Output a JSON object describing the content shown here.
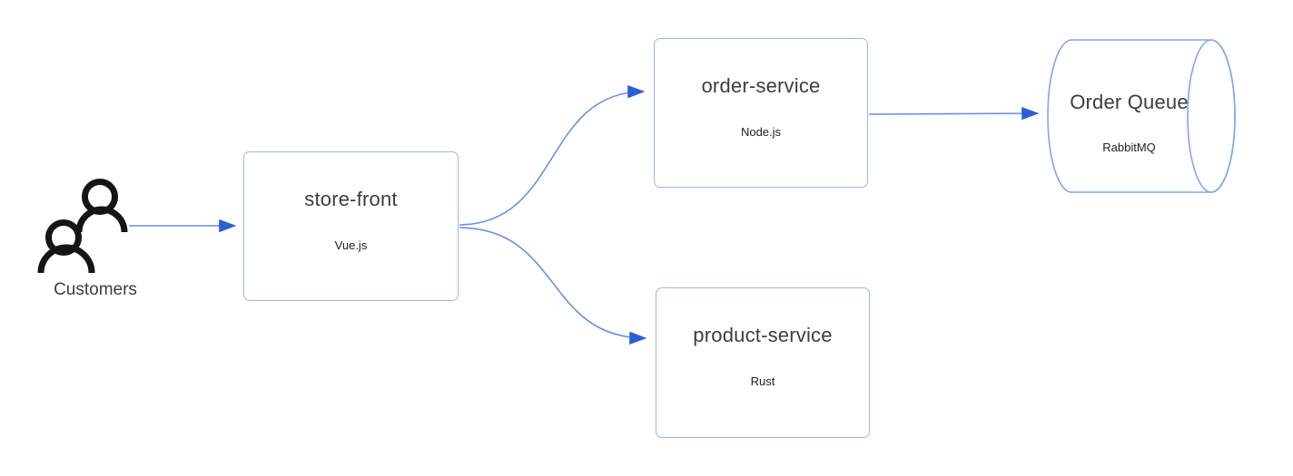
{
  "diagram": {
    "title": "store architecture diagram",
    "background_color": "#ffffff",
    "box_border_color": "#9db5f0",
    "cylinder_border_color": "#85a5ef",
    "edge_color": "#6c8de8",
    "arrowhead_color": "#2e5ed6",
    "text_color": "#3d3d3d",
    "icon_color": "#151515",
    "nodes": {
      "customers": {
        "label": "Customers",
        "icon": "people-icon",
        "shape": "icon"
      },
      "store_front": {
        "title": "store-front",
        "subtitle": "Vue.js",
        "shape": "rounded-rectangle"
      },
      "order_service": {
        "title": "order-service",
        "subtitle": "Node.js",
        "shape": "rounded-rectangle"
      },
      "product_service": {
        "title": "product-service",
        "subtitle": "Rust",
        "shape": "rounded-rectangle"
      },
      "order_queue": {
        "title": "Order Queue",
        "subtitle": "RabbitMQ",
        "shape": "horizontal-cylinder"
      }
    },
    "edges": [
      {
        "from": "customers",
        "to": "store_front",
        "style": "straight-arrow"
      },
      {
        "from": "store_front",
        "to": "order_service",
        "style": "s-curve-arrow"
      },
      {
        "from": "store_front",
        "to": "product_service",
        "style": "s-curve-arrow"
      },
      {
        "from": "order_service",
        "to": "order_queue",
        "style": "straight-arrow"
      }
    ]
  }
}
